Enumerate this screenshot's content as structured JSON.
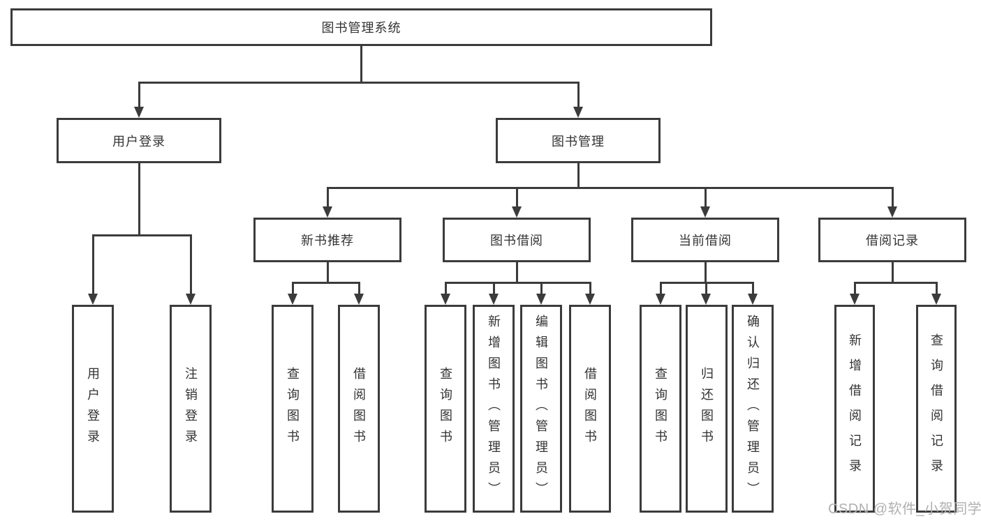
{
  "diagram": {
    "root": {
      "label": "图书管理系统"
    },
    "level2": [
      {
        "label": "用户登录"
      },
      {
        "label": "图书管理"
      }
    ],
    "level3": [
      {
        "label": "新书推荐"
      },
      {
        "label": "图书借阅"
      },
      {
        "label": "当前借阅"
      },
      {
        "label": "借阅记录"
      }
    ],
    "leaves": [
      {
        "label": "用户登录"
      },
      {
        "label": "注销登录"
      },
      {
        "label": "查询图书"
      },
      {
        "label": "借阅图书"
      },
      {
        "label": "查询图书"
      },
      {
        "label": "新增图书（管理员）"
      },
      {
        "label": "编辑图书（管理员）"
      },
      {
        "label": "借阅图书"
      },
      {
        "label": "查询图书"
      },
      {
        "label": "归还图书"
      },
      {
        "label": "确认归还（管理员）"
      },
      {
        "label": "新增借阅记录"
      },
      {
        "label": "查询借阅记录"
      }
    ]
  },
  "watermark": {
    "text": "CSDN @软件_小贺同学"
  },
  "colors": {
    "line": "#3b3b3b",
    "text": "#333333",
    "watermark": "#b0b0b0",
    "background": "#ffffff"
  }
}
